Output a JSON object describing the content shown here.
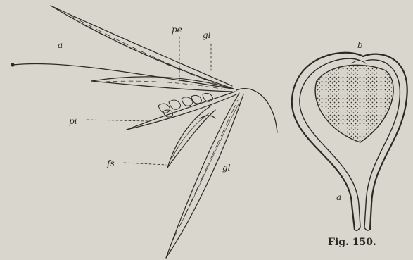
{
  "figure": {
    "caption": "Fig. 150.",
    "left_drawing": {
      "panel_label": "a",
      "labels": {
        "pe": "pe",
        "gl_top": "gl",
        "pi": "pi",
        "fs": "fs",
        "gl_bottom": "gl"
      }
    },
    "right_drawing": {
      "label_top": "b",
      "label_bottom": "a"
    }
  }
}
